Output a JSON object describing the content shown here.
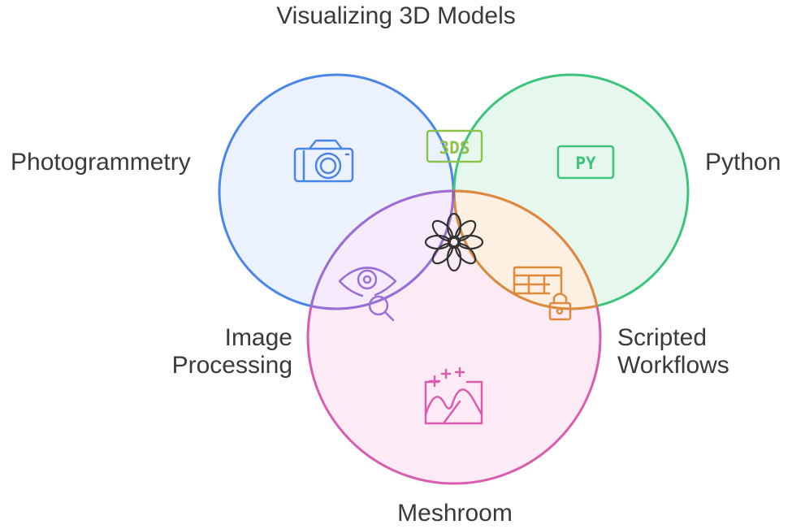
{
  "labels": {
    "top": "Visualizing 3D Models",
    "left": "Photogrammetry",
    "right": "Python",
    "bottom": "Meshroom",
    "image_processing": [
      "Image",
      "Processing"
    ],
    "scripted_workflows": [
      "Scripted",
      "Workflows"
    ]
  },
  "badges": {
    "threeds": "3DS",
    "py": "PY"
  },
  "colors": {
    "photogrammetry": "#4a86e8",
    "python": "#3cc47c",
    "meshroom": "#d95cb0",
    "overlap_photo_python": "#8bc34a",
    "overlap_python_meshroom": "#e08a3c",
    "overlap_photo_meshroom": "#9b6fd6",
    "center": "#333333"
  },
  "icons": {
    "photogrammetry": "camera-icon",
    "visualizing": "3ds-file-icon",
    "python": "py-file-icon",
    "image_processing": "eye-search-icon",
    "center": "flower-icon",
    "scripted_workflows": "table-lock-icon",
    "meshroom": "image-sparkle-icon"
  }
}
